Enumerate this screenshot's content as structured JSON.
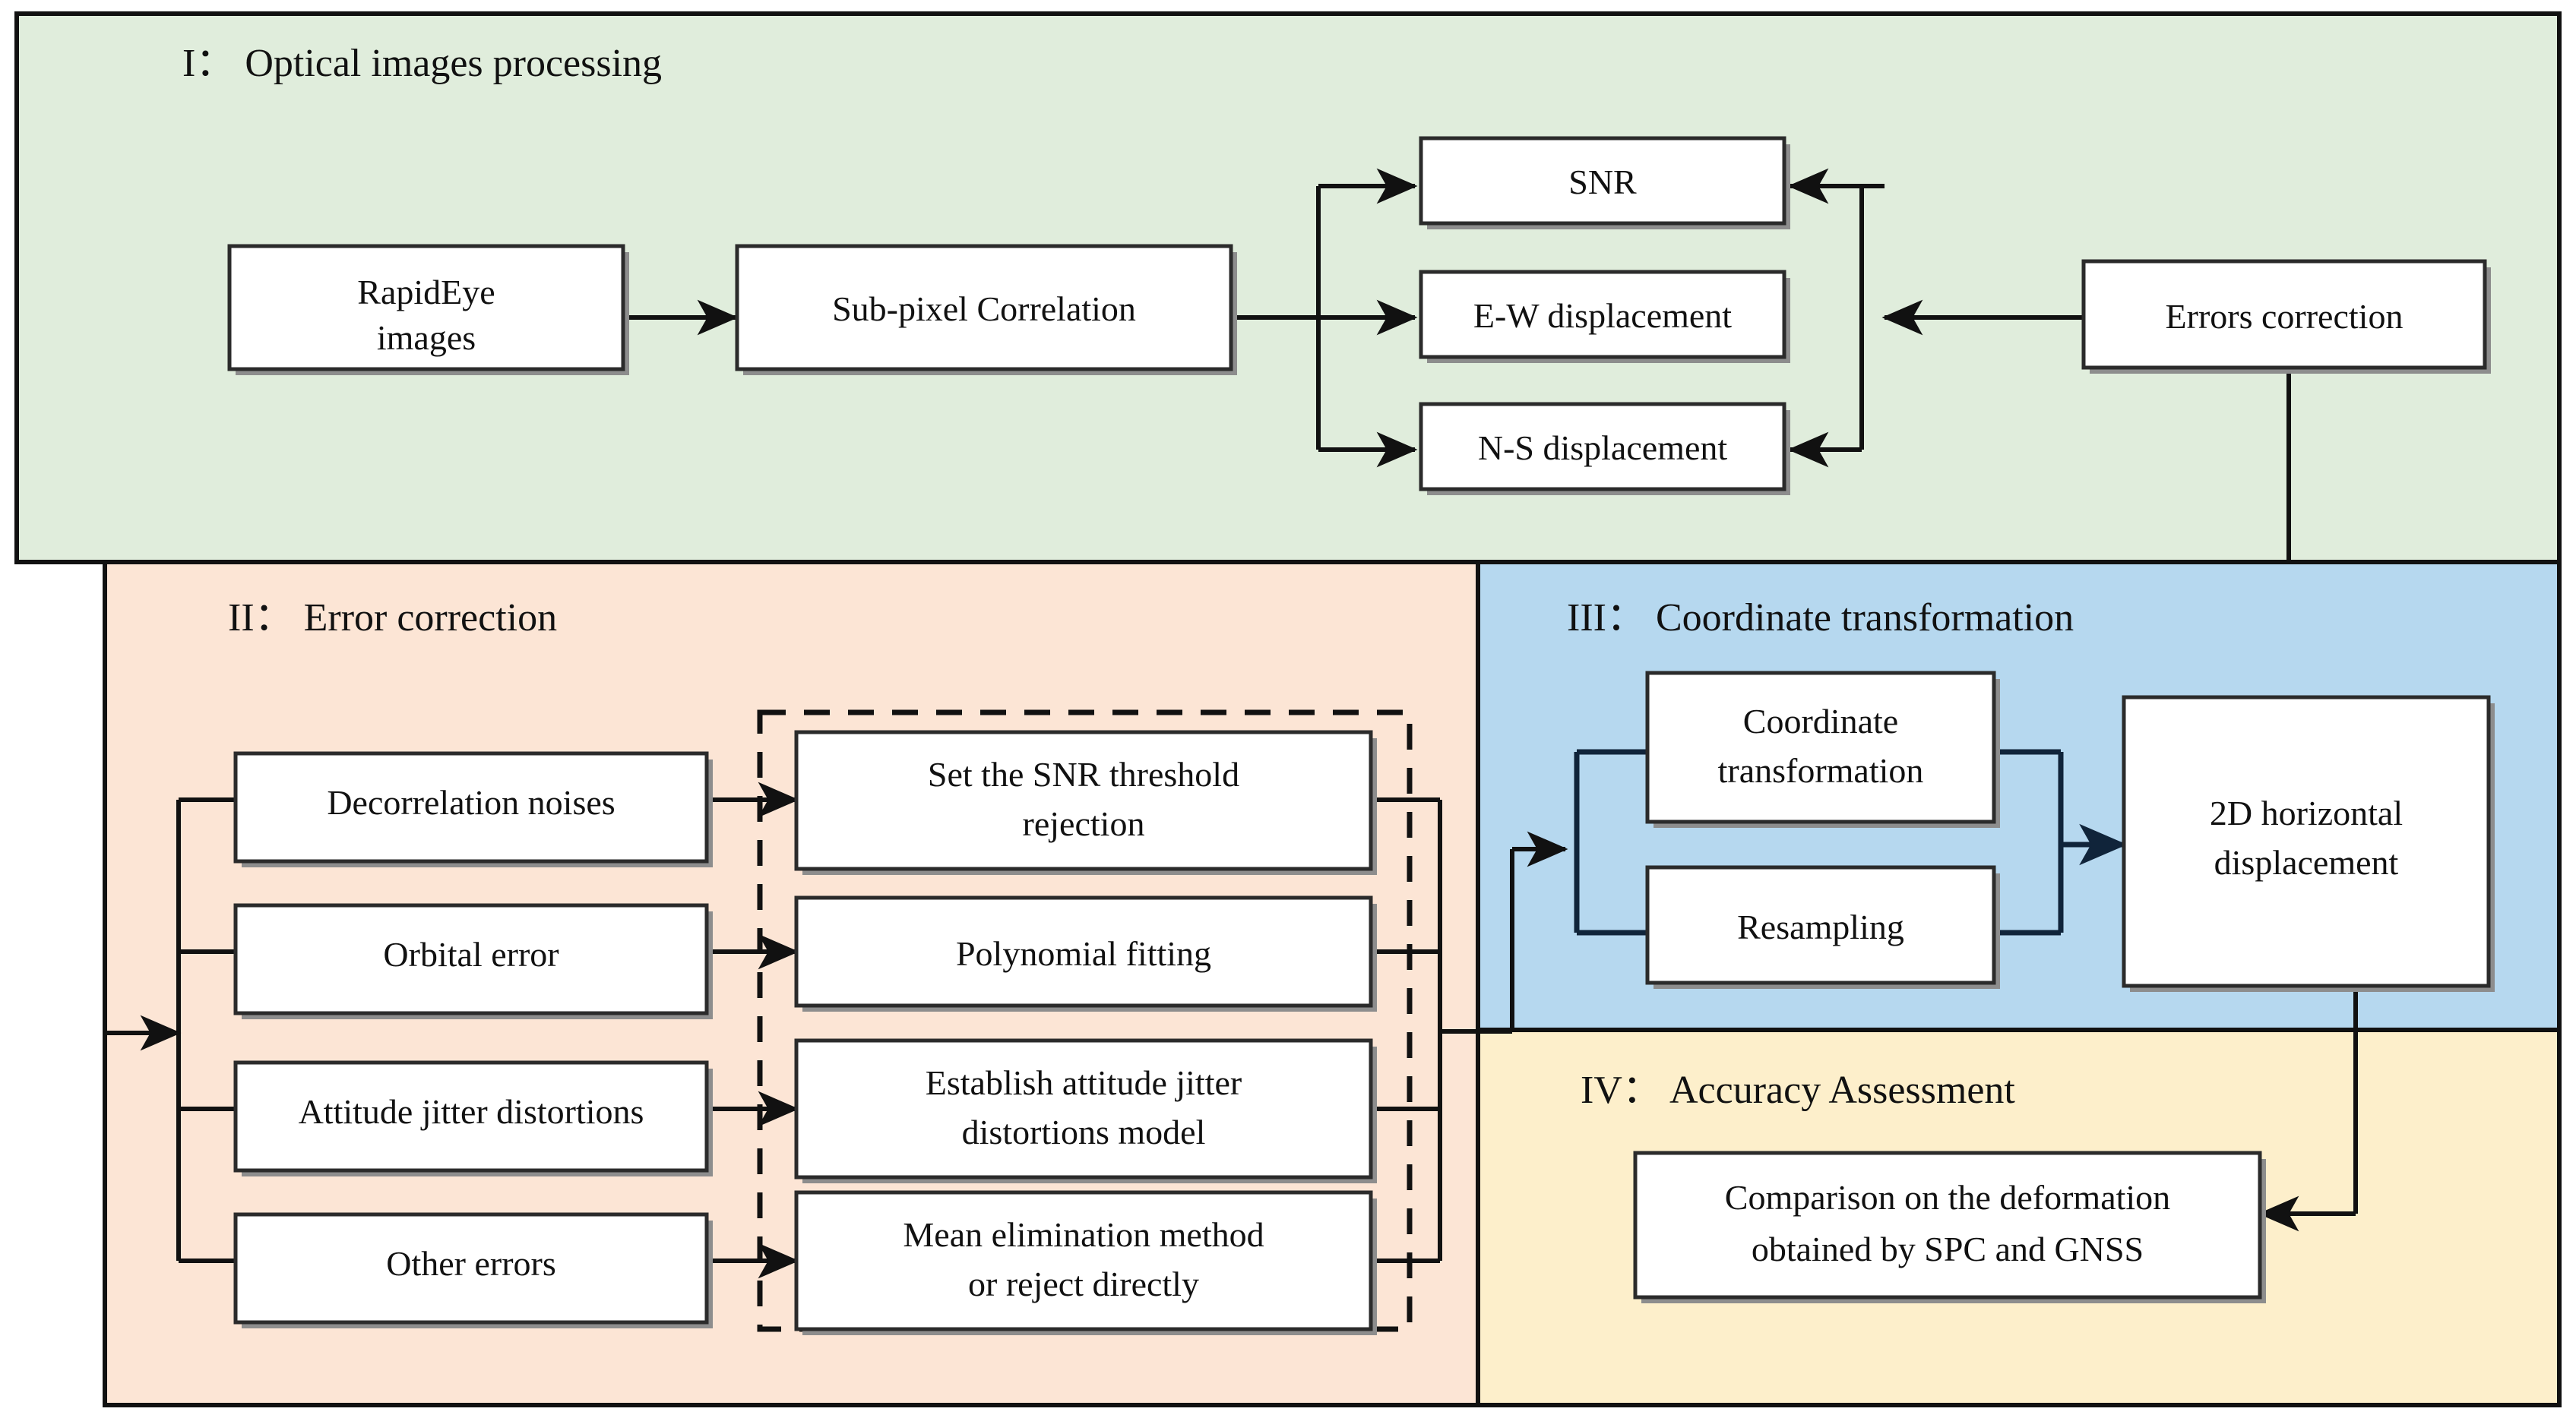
{
  "figure": {
    "type": "flowchart",
    "title_absent": true
  },
  "panels": [
    {
      "id": "I",
      "label": "I： Optical images processing",
      "color": "#E0EDDC",
      "name": "optical-images-processing"
    },
    {
      "id": "II",
      "label": "II： Error correction",
      "color": "#FCE5D5",
      "name": "error-correction"
    },
    {
      "id": "III",
      "label": "III： Coordinate transformation",
      "color": "#B6D8EF",
      "name": "coordinate-transformation"
    },
    {
      "id": "IV",
      "label": "IV： Accuracy Assessment",
      "color": "#FDEFCB",
      "name": "accuracy-assessment"
    }
  ],
  "nodes": {
    "rapideye": {
      "lines": [
        "RapidEye",
        "images"
      ]
    },
    "subpixel": {
      "lines": [
        "Sub-pixel Correlation"
      ]
    },
    "snr": {
      "lines": [
        "SNR"
      ]
    },
    "ew": {
      "lines": [
        "E-W displacement"
      ]
    },
    "ns": {
      "lines": [
        "N-S displacement"
      ]
    },
    "errors_correction": {
      "lines": [
        "Errors correction"
      ]
    },
    "decorrelation": {
      "lines": [
        "Decorrelation noises"
      ]
    },
    "orbital": {
      "lines": [
        "Orbital error"
      ]
    },
    "attitude": {
      "lines": [
        "Attitude jitter distortions"
      ]
    },
    "other": {
      "lines": [
        "Other errors"
      ]
    },
    "snr_threshold": {
      "lines": [
        "Set the SNR threshold",
        "rejection"
      ]
    },
    "polyfit": {
      "lines": [
        "Polynomial fitting"
      ]
    },
    "jitter_model": {
      "lines": [
        "Establish attitude jitter",
        "distortions model"
      ]
    },
    "mean_elim": {
      "lines": [
        "Mean elimination method",
        "or reject directly"
      ]
    },
    "coord_transform": {
      "lines": [
        "Coordinate",
        "transformation"
      ]
    },
    "resampling": {
      "lines": [
        "Resampling"
      ]
    },
    "horiz_2d": {
      "lines": [
        "2D horizontal",
        "displacement"
      ]
    },
    "comparison": {
      "lines": [
        "Comparison on the deformation",
        "obtained by SPC and GNSS"
      ]
    }
  },
  "colors": {
    "panel_green": "#E0EDDC",
    "panel_orange": "#FCE5D5",
    "panel_blue": "#B6D8EF",
    "panel_yellow": "#FDEFCB",
    "box_fill": "#FFFFFF",
    "box_stroke": "#2B2B2B",
    "edge": "#111111"
  }
}
